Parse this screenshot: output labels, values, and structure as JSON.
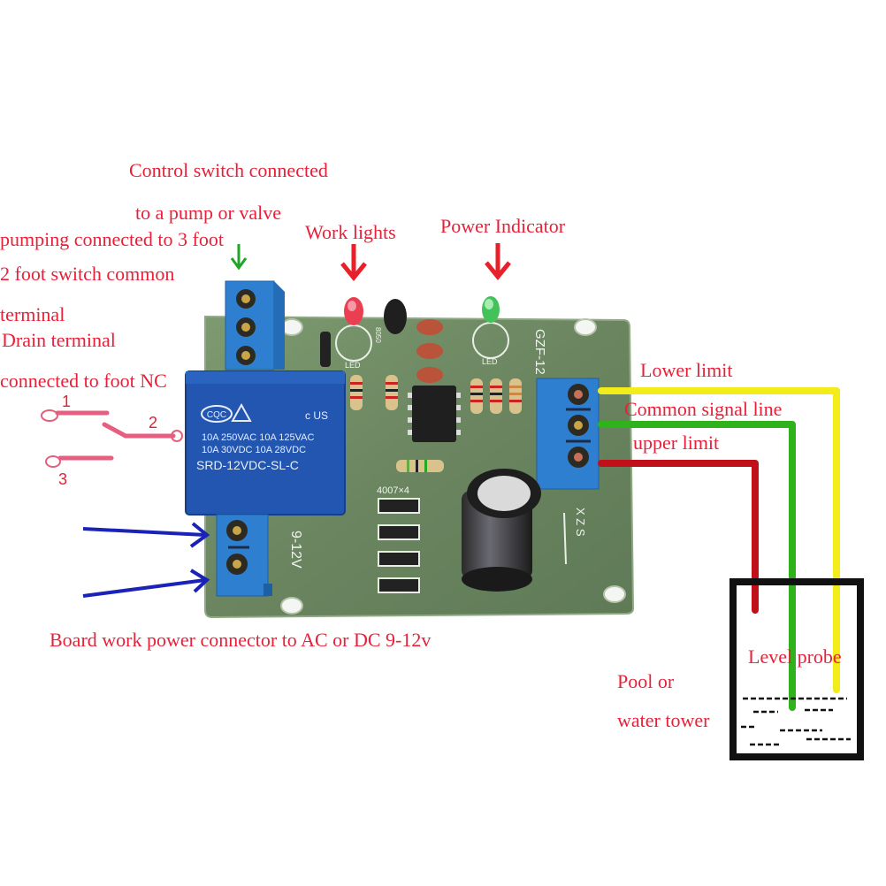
{
  "labels": {
    "control_switch_line1": "Control switch connected",
    "control_switch_line2": "to a pump or valve",
    "pumping": "pumping connected to 3 foot",
    "two_foot_line1": "2 foot switch common",
    "two_foot_line2": "terminal",
    "drain_line1": "Drain terminal",
    "drain_line2": "connected to  foot  NC",
    "work_lights": "Work lights",
    "power_indicator": "Power Indicator",
    "lower_limit": "Lower limit",
    "common_signal": "Common signal line",
    "upper_limit": "upper limit",
    "board_power": "Board work  power connector to AC or DC 9-12v",
    "level_probe": "Level probe",
    "pool_line1": "Pool or",
    "pool_line2": "water tower"
  },
  "switch_diagram": {
    "pin1": "1",
    "pin2": "2",
    "pin3": "3"
  },
  "board": {
    "model": "GZF-12",
    "voltage_label": "9-12V",
    "diode_label": "4007×4",
    "led_label": "LED",
    "transistor_label": "8050",
    "sensor_label": "X Z S",
    "relay": {
      "brand": "CQC",
      "rating1": "10A 250VAC   10A 125VAC",
      "rating2": "10A  30VDC   10A  28VDC",
      "model": "SRD-12VDC-SL-C",
      "cert": "c  US"
    }
  },
  "colors": {
    "annotation_red": "#e8203a",
    "pcb_green": "#6e8a62",
    "terminal_blue": "#2f7fd0",
    "relay_blue": "#2256b0",
    "wire_yellow": "#f2ec1a",
    "wire_green": "#2fb21c",
    "wire_red": "#c0111a",
    "arrow_blue": "#1a22b8",
    "arrow_green": "#22a32a"
  }
}
